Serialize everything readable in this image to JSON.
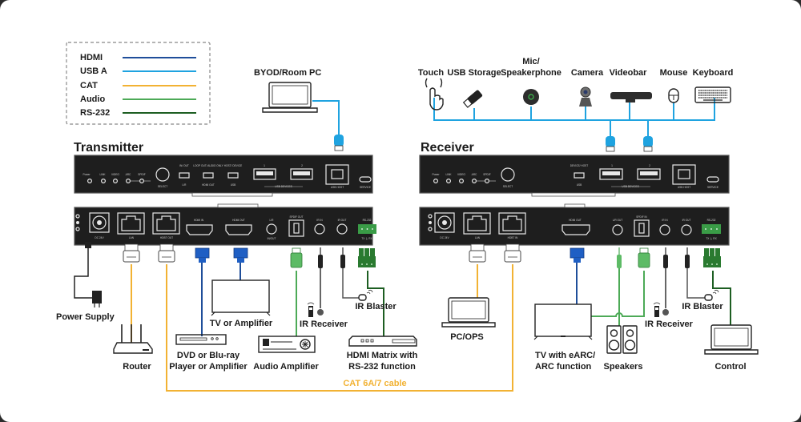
{
  "colors": {
    "hdmi": "#1f4e9a",
    "usb": "#1fa3e0",
    "cat": "#f2b233",
    "audio": "#4daa57",
    "rs232": "#1d5e22",
    "panel": "#1e1e1e"
  },
  "legend": {
    "items": [
      {
        "label": "HDMI",
        "key": "hdmi"
      },
      {
        "label": "USB A",
        "key": "usb"
      },
      {
        "label": "CAT",
        "key": "cat"
      },
      {
        "label": "Audio",
        "key": "audio"
      },
      {
        "label": "RS-232",
        "key": "rs232"
      }
    ]
  },
  "transmitter": {
    "title": "Transmitter",
    "front": {
      "leds": [
        "Power",
        "LINK",
        "VIDEO",
        "ARC",
        "SPDIF"
      ],
      "select": "SELECT",
      "switches": [
        {
          "top": "IN/ OUT",
          "bottom": "L/R"
        },
        {
          "top": "LOOP OUT/ AUDIO ONLY",
          "bottom": "HDMI OUT"
        },
        {
          "top": "HOST/ DEVICE",
          "bottom": "USB"
        }
      ],
      "usb_ports": [
        "1",
        "2"
      ],
      "usb_group": "USB DEVICES",
      "usb_host": "USB HOST",
      "service": "SERVICE"
    },
    "rear": {
      "dc": "DC 24V",
      "lan": "LAN",
      "hdbt": "HDBT OUT",
      "hdmi_in": "HDMI IN",
      "hdmi_out": "HDMI OUT",
      "lr_top": "L/R",
      "lr_bottom": "IN/OUT",
      "spdif": "SPDIF OUT",
      "ir_in": "IR IN",
      "ir_out": "IR OUT",
      "rs232": "RS-232",
      "rs232_pins": "TX ⏚ RX"
    }
  },
  "receiver": {
    "title": "Receiver",
    "front": {
      "leds": [
        "Power",
        "LINK",
        "VIDEO",
        "ARC",
        "SPDIF"
      ],
      "select": "SELECT",
      "switches": [
        {
          "top": "DEVICE/ HOST",
          "bottom": "USB"
        }
      ],
      "usb_ports": [
        "1",
        "2"
      ],
      "usb_group": "USB DEVICES",
      "usb_host": "USB HOST",
      "service": "SERVICE"
    },
    "rear": {
      "dc": "DC 24V",
      "lan": "LAN",
      "hdbt": "HDBT IN",
      "hdmi_out": "HDMI OUT",
      "lr_top": "L/R OUT",
      "spdif": "SPDIF IN",
      "ir_in": "IR IN",
      "ir_out": "IR OUT",
      "rs232": "RS-232",
      "rs232_pins": "TX ⏚ RX"
    }
  },
  "devices": {
    "byod": "BYOD/Room PC",
    "usb_peripherals": [
      "Touch",
      "USB Storage",
      "Mic/",
      "Speakerphone",
      "Camera",
      "Videobar",
      "Mouse",
      "Keyboard"
    ],
    "power_supply": "Power Supply",
    "router": "Router",
    "dvd_1": "DVD or Blu-ray",
    "dvd_2": "Player or Amplifier",
    "tv_amp": "TV or Amplifier",
    "audio_amp": "Audio Amplifier",
    "ir_receiver_tx": "IR Receiver",
    "ir_blaster_tx": "IR Blaster",
    "matrix_1": "HDMI Matrix with",
    "matrix_2": "RS-232 function",
    "pc_ops": "PC/OPS",
    "tv_earc_1": "TV with eARC/",
    "tv_earc_2": "ARC function",
    "speakers": "Speakers",
    "ir_receiver_rx": "IR Receiver",
    "ir_blaster_rx": "IR Blaster",
    "control": "Control",
    "cat_cable": "CAT 6A/7 cable"
  }
}
